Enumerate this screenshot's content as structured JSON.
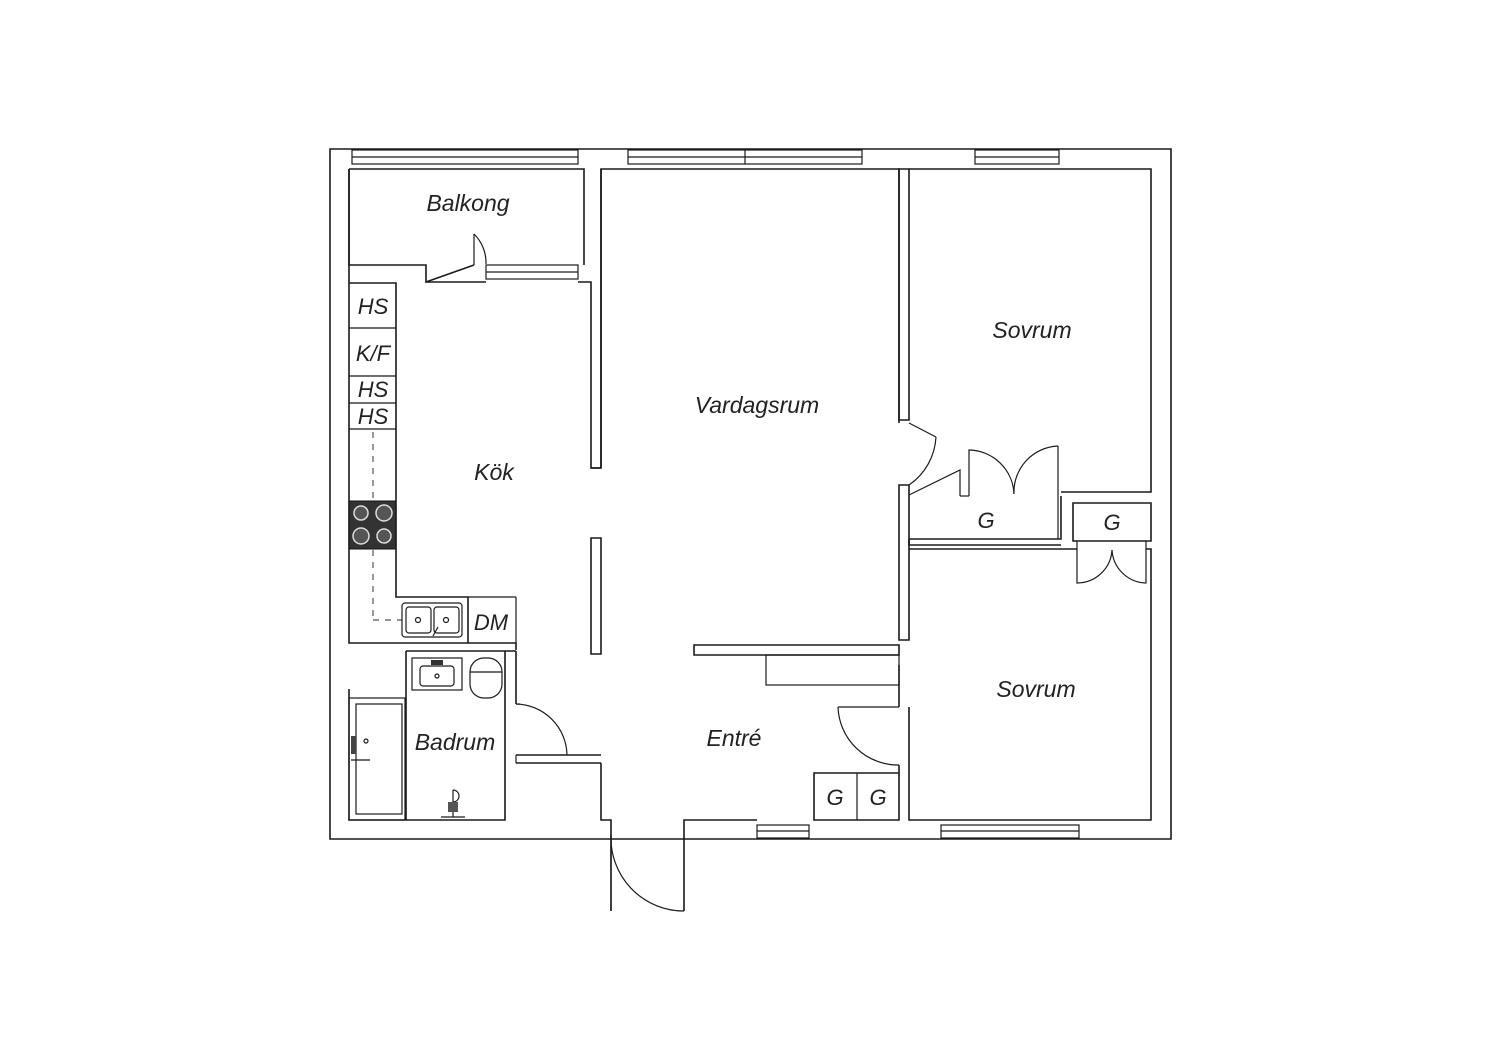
{
  "rooms": {
    "balkong": "Balkong",
    "kok": "Kök",
    "vardagsrum": "Vardagsrum",
    "sovrum_top": "Sovrum",
    "sovrum_bottom": "Sovrum",
    "entre": "Entré",
    "badrum": "Badrum"
  },
  "fixtures": {
    "hs1": "HS",
    "kf": "K/F",
    "hs2": "HS",
    "hs3": "HS",
    "dm": "DM",
    "g_closet_mid": "G",
    "g_closet_right": "G",
    "g_closet_entry1": "G",
    "g_closet_entry2": "G"
  },
  "icons": [
    "stove-icon",
    "sink-icon",
    "washbasin-icon",
    "toilet-icon",
    "shower-icon",
    "door-swing-icon",
    "window-icon"
  ]
}
